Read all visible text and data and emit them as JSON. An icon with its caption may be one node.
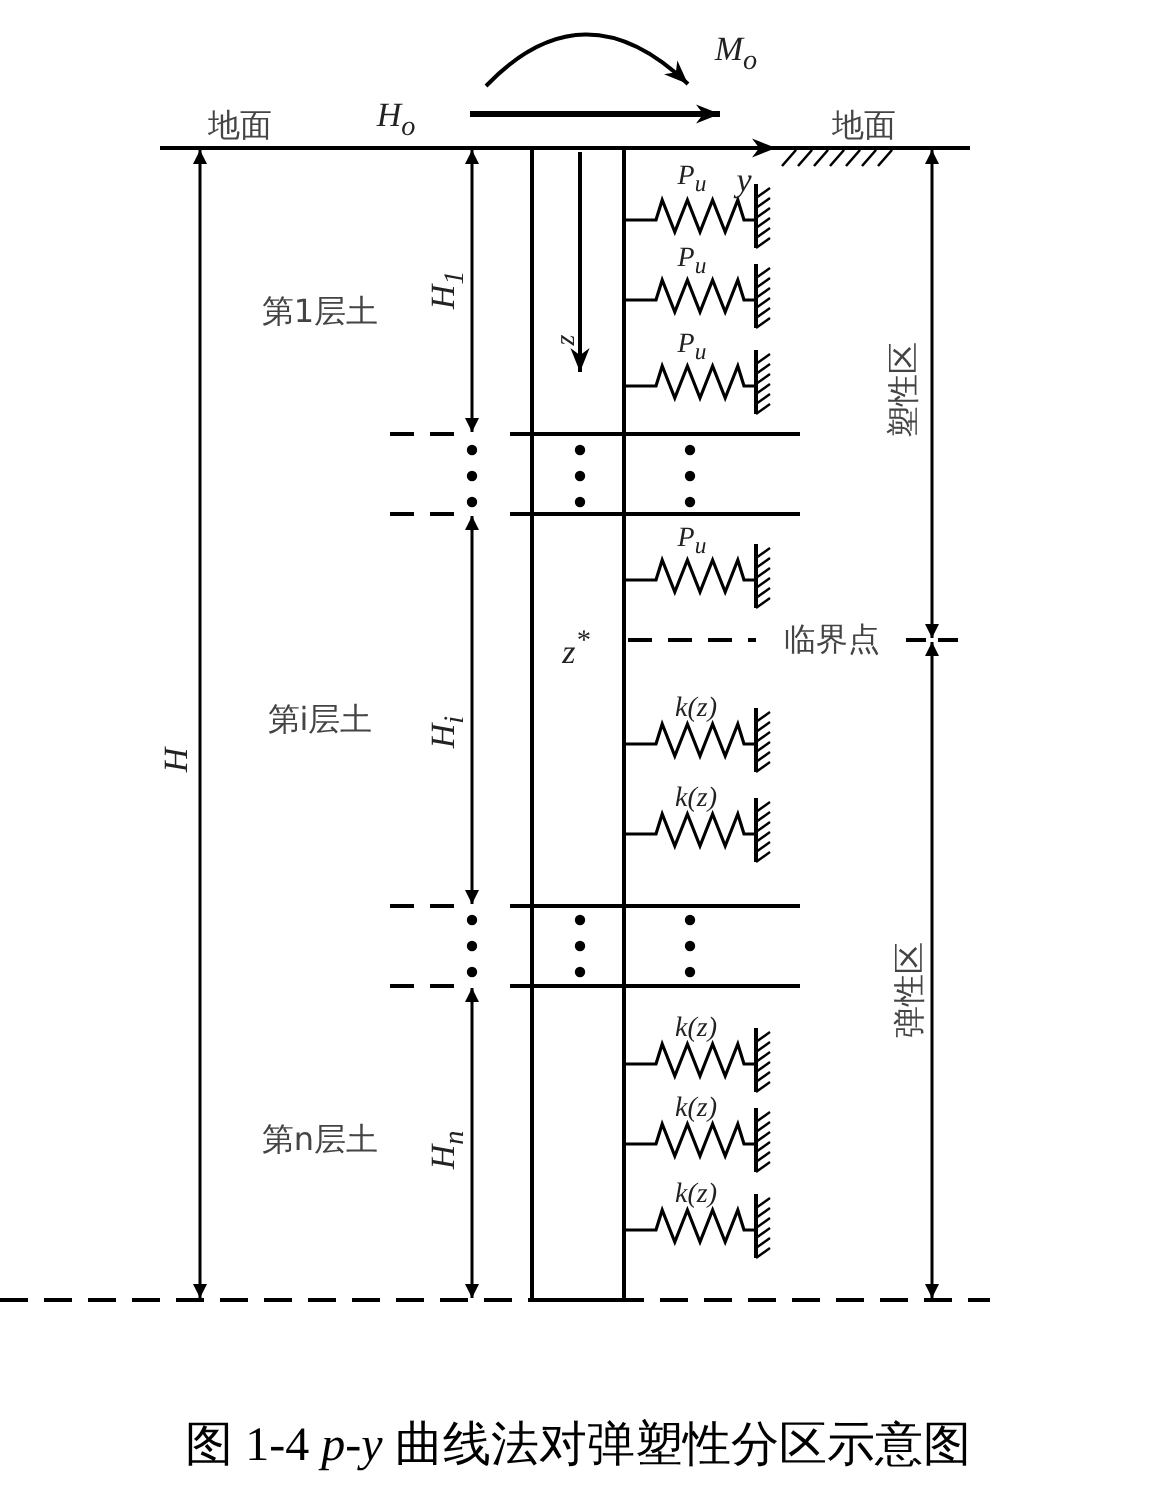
{
  "diagram": {
    "caption": "图 1-4 *p-y* 曲线法对弹塑性分区示意图",
    "labels": [
      "M$_{o}$",
      "地面",
      "H$_{o}$",
      "地面",
      "P$_{u}$",
      "y",
      "第1层土",
      "H$_{1}$",
      "P$_{u}$",
      "z",
      "P$_{u}$",
      "塑性区",
      "P$_{u}$",
      "z$^{*}$",
      "临界点",
      "第i层土",
      "H$_{i}$",
      "k(z)",
      "k(z)",
      "弹性区",
      "H",
      "第n层土",
      "H$_{n}$",
      "k(z)",
      "k(z)",
      "k(z)"
    ]
  }
}
